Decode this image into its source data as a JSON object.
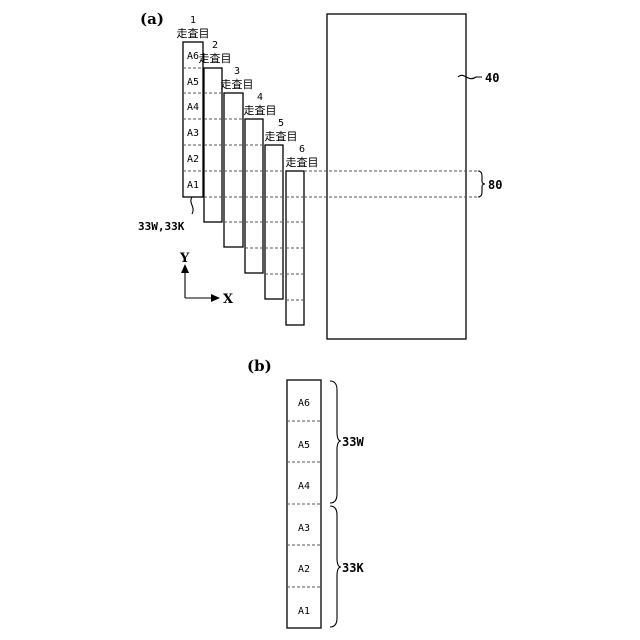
{
  "panel_a": {
    "label": "(a)",
    "scans": [
      {
        "num": "1",
        "jp": "走査目"
      },
      {
        "num": "2",
        "jp": "走査目"
      },
      {
        "num": "3",
        "jp": "走査目"
      },
      {
        "num": "4",
        "jp": "走査目"
      },
      {
        "num": "5",
        "jp": "走査目"
      },
      {
        "num": "6",
        "jp": "走査目"
      }
    ],
    "head_areas": [
      "A6",
      "A5",
      "A4",
      "A3",
      "A2",
      "A1"
    ],
    "head_label": "33W,33K",
    "medium_label": "40",
    "band_label": "80",
    "axis_y": "Y",
    "axis_x": "X"
  },
  "panel_b": {
    "label": "(b)",
    "areas": [
      "A6",
      "A5",
      "A4",
      "A3",
      "A2",
      "A1"
    ],
    "upper_group": "33W",
    "lower_group": "33K"
  }
}
